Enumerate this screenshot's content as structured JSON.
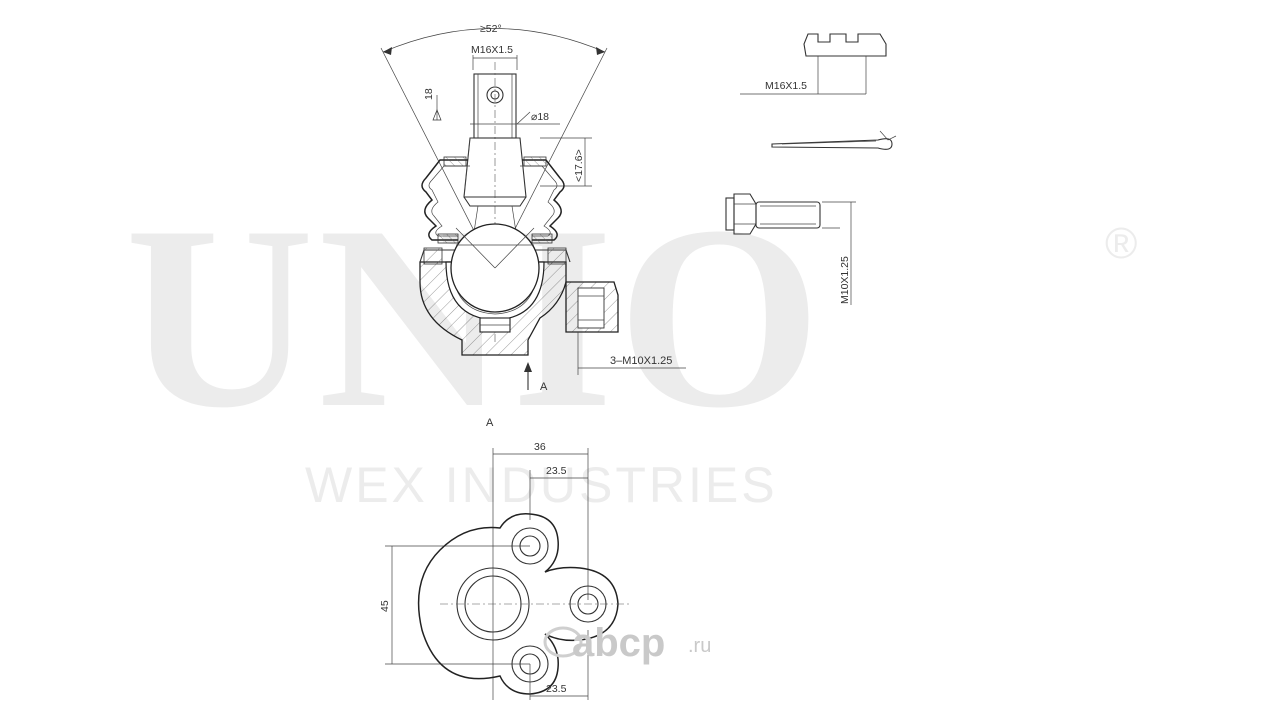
{
  "watermark": {
    "brand": "UNIO",
    "registered": "®",
    "company": "WEX INDUSTRIES",
    "site_brand": "abcp",
    "site_tld": ".ru"
  },
  "dimensions": {
    "swing_angle": "≥52°",
    "stud_thread": "M16X1.5",
    "cone_diameter": "⌀18",
    "small_height": "18",
    "boot_height": "<17.6>",
    "mount_holes": "3–M10X1.25",
    "view_letter": "A",
    "nut_thread": "M16X1.5",
    "bolt_thread": "M10X1.25",
    "horizontal_total": "36",
    "horizontal_top": "23.5",
    "vertical": "45",
    "horizontal_bottom": "23.5"
  },
  "view_label": "A"
}
